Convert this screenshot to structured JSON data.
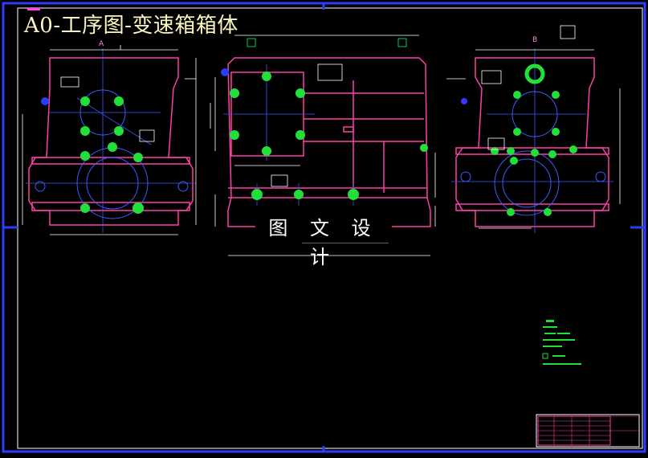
{
  "title": "A0-工序图-变速箱箱体",
  "banner": "图 文 设 计",
  "view_labels": {
    "left": "A",
    "right": "B"
  },
  "colors": {
    "frame": "#2b3bff",
    "outline": "#ff3fa8",
    "centerline": "#3a5cff",
    "dimension": "#ffffff",
    "holes": "#22e03a",
    "accent": "#ffff00"
  }
}
